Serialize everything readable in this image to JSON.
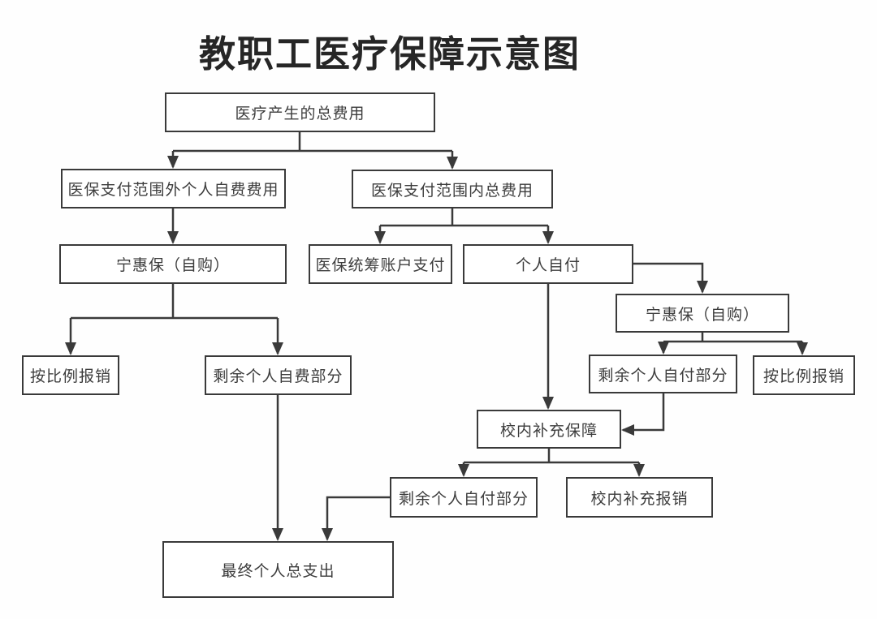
{
  "title": "教职工医疗保障示意图",
  "colors": {
    "background": "#fefefe",
    "line": "#3a3a3a",
    "box_border": "#3a3a3a",
    "text": "#3d3d3d",
    "title_text": "#262626"
  },
  "nodes": {
    "total_cost": {
      "label": "医疗产生的总费用"
    },
    "outside_scope": {
      "label": "医保支付范围外个人自费费用"
    },
    "inside_scope": {
      "label": "医保支付范围内总费用"
    },
    "ninghuibao_left": {
      "label": "宁惠保（自购）"
    },
    "pooled_account": {
      "label": "医保统筹账户支付"
    },
    "self_pay": {
      "label": "个人自付"
    },
    "ninghuibao_right": {
      "label": "宁惠保（自购）"
    },
    "proportional_left": {
      "label": "按比例报销"
    },
    "remaining_self_funded": {
      "label": "剩余个人自费部分"
    },
    "remaining_self_pay_right": {
      "label": "剩余个人自付部分"
    },
    "proportional_right": {
      "label": "按比例报销"
    },
    "campus_supplement": {
      "label": "校内补充保障"
    },
    "remaining_self_pay_bottom": {
      "label": "剩余个人自付部分"
    },
    "campus_reimbursement": {
      "label": "校内补充报销"
    },
    "final_total": {
      "label": "最终个人总支出"
    }
  },
  "edges": [
    {
      "from": "total_cost",
      "to": "outside_scope"
    },
    {
      "from": "total_cost",
      "to": "inside_scope"
    },
    {
      "from": "outside_scope",
      "to": "ninghuibao_left"
    },
    {
      "from": "ninghuibao_left",
      "to": "proportional_left"
    },
    {
      "from": "ninghuibao_left",
      "to": "remaining_self_funded"
    },
    {
      "from": "inside_scope",
      "to": "pooled_account"
    },
    {
      "from": "inside_scope",
      "to": "self_pay"
    },
    {
      "from": "self_pay",
      "to": "ninghuibao_right"
    },
    {
      "from": "ninghuibao_right",
      "to": "remaining_self_pay_right"
    },
    {
      "from": "ninghuibao_right",
      "to": "proportional_right"
    },
    {
      "from": "self_pay",
      "to": "campus_supplement"
    },
    {
      "from": "remaining_self_pay_right",
      "to": "campus_supplement"
    },
    {
      "from": "campus_supplement",
      "to": "remaining_self_pay_bottom"
    },
    {
      "from": "campus_supplement",
      "to": "campus_reimbursement"
    },
    {
      "from": "remaining_self_funded",
      "to": "final_total"
    },
    {
      "from": "remaining_self_pay_bottom",
      "to": "final_total"
    }
  ]
}
